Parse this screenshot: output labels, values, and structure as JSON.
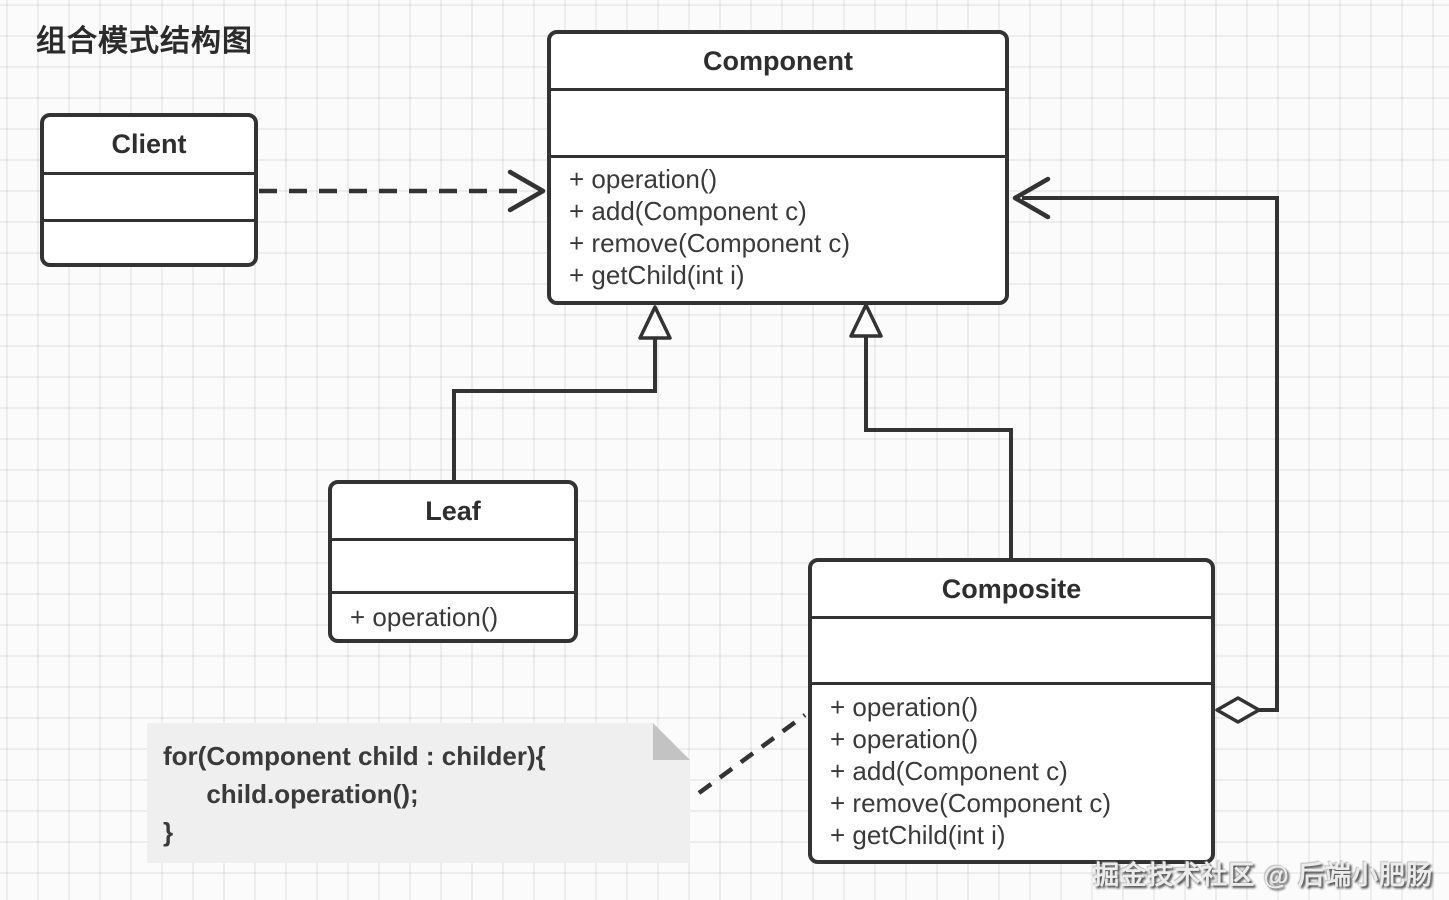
{
  "title": "组合模式结构图",
  "watermark": "掘金技术社区 @ 后端小肥肠",
  "classes": {
    "client": {
      "name": "Client"
    },
    "component": {
      "name": "Component",
      "methods": [
        "+ operation()",
        "+ add(Component c)",
        "+ remove(Component c)",
        "+ getChild(int i)"
      ]
    },
    "leaf": {
      "name": "Leaf",
      "methods": [
        "+ operation()"
      ]
    },
    "composite": {
      "name": "Composite",
      "methods": [
        "+ operation()",
        "+ operation()",
        "+ add(Component c)",
        "+ remove(Component c)",
        "+ getChild(int i)"
      ]
    }
  },
  "note": {
    "lines": [
      "for(Component child : childer){",
      "      child.operation();",
      "}"
    ]
  },
  "relationships": [
    {
      "from": "Client",
      "to": "Component",
      "type": "dependency"
    },
    {
      "from": "Leaf",
      "to": "Component",
      "type": "generalization"
    },
    {
      "from": "Composite",
      "to": "Component",
      "type": "generalization"
    },
    {
      "from": "Composite",
      "to": "Component",
      "type": "aggregation"
    },
    {
      "from": "note",
      "to": "Composite",
      "type": "note-link"
    }
  ]
}
